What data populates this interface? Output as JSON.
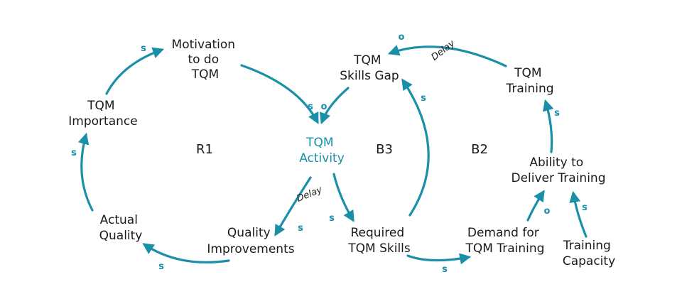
{
  "colors": {
    "accent": "#1a8fa8",
    "text": "#1a1a1a",
    "background": "#ffffff"
  },
  "variables": {
    "motivation": [
      "Motivation",
      "to do",
      "TQM"
    ],
    "importance": [
      "TQM",
      "Importance"
    ],
    "actual_quality": [
      "Actual",
      "Quality"
    ],
    "quality_improvements": [
      "Quality",
      "Improvements"
    ],
    "tqm_activity": [
      "TQM",
      "Activity"
    ],
    "skills_gap": [
      "TQM",
      "Skills Gap"
    ],
    "required_skills": [
      "Required",
      "TQM Skills"
    ],
    "demand_training": [
      "Demand for",
      "TQM Training"
    ],
    "tqm_training": [
      "TQM",
      "Training"
    ],
    "ability_deliver": [
      "Ability to",
      "Deliver Training"
    ],
    "training_capacity": [
      "Training",
      "Capacity"
    ]
  },
  "loops": {
    "r1": "R1",
    "b3": "B3",
    "b2": "B2"
  },
  "polarities": {
    "importance_to_motivation": "s",
    "motivation_to_activity": "s",
    "gap_to_activity": "o",
    "quality_to_importance": "s",
    "improvements_to_quality": "s",
    "activity_to_improvements": "s",
    "activity_to_required": "s",
    "required_to_gap": "s",
    "required_to_demand": "s",
    "demand_to_ability": "o",
    "capacity_to_ability": "s",
    "ability_to_training": "s",
    "training_to_gap": "o"
  },
  "delay_labels": {
    "activity_to_improvements": "Delay",
    "training_to_gap": "Delay"
  }
}
